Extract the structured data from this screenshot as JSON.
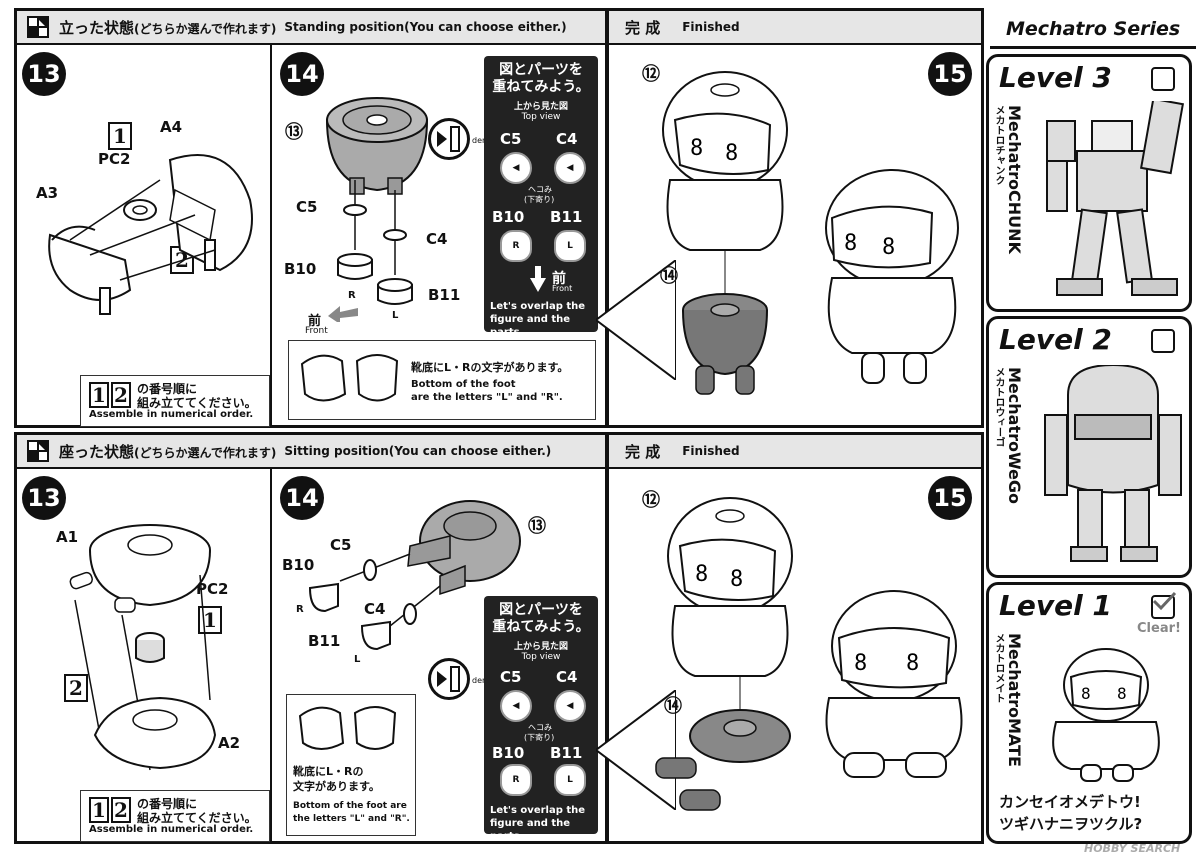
{
  "top_section": {
    "header_ja": "立った状態",
    "header_ja_sub": "(どちらか選んで作れます)",
    "header_en": "Standing position(You can choose either.)",
    "finished_ja": "完 成",
    "finished_en": "Finished",
    "step13": {
      "number": "13",
      "parts": [
        "A4",
        "PC2",
        "A3"
      ],
      "box1": "1",
      "box2": "2",
      "note_ja_a": "の番号順に",
      "note_ja_b": "組み立ててください。",
      "note_en": "Assemble in numerical order."
    },
    "step14": {
      "number": "14",
      "ref": "⑬",
      "parts": [
        "C5",
        "C4",
        "B10",
        "B11"
      ],
      "r": "R",
      "l": "L",
      "front_ja": "前",
      "front_en": "Front",
      "foot_note_ja": "靴底にL・Rの文字があります。",
      "foot_note_en_a": "Bottom of the foot",
      "foot_note_en_b": "are the letters \"L\" and \"R\"."
    },
    "step15": {
      "number": "15",
      "ref12": "⑫",
      "ref14": "⑭"
    }
  },
  "bottom_section": {
    "header_ja": "座った状態",
    "header_ja_sub": "(どちらか選んで作れます)",
    "header_en": "Sitting position(You can choose either.)",
    "finished_ja": "完 成",
    "finished_en": "Finished",
    "step13": {
      "number": "13",
      "parts": [
        "A1",
        "PC2",
        "A2"
      ],
      "box1": "1",
      "box2": "2",
      "note_ja_a": "の番号順に",
      "note_ja_b": "組み立ててください。",
      "note_en": "Assemble in numerical order."
    },
    "step14": {
      "number": "14",
      "ref": "⑬",
      "parts": [
        "C5",
        "B10",
        "C4",
        "B11"
      ],
      "r": "R",
      "l": "L",
      "foot_note_ja_a": "靴底にL・Rの",
      "foot_note_ja_b": "文字があります。",
      "foot_note_en_a": "Bottom of the foot are",
      "foot_note_en_b": "the letters \"L\" and \"R\"."
    },
    "step15": {
      "number": "15",
      "ref12": "⑫",
      "ref14": "⑭"
    }
  },
  "overlap_box": {
    "title_a": "図とパーツを",
    "title_b": "重ねてみよう。",
    "top_view_ja": "上から見た図",
    "top_view_en": "Top view",
    "c5": "C5",
    "c4": "C4",
    "dent_ja_a": "ヘコみ",
    "dent_ja_b": "(下寄り)",
    "b10": "B10",
    "b11": "B11",
    "front_ja": "前",
    "front_en": "Front",
    "footer_a": "Let's overlap the",
    "footer_b": "figure and the parts.",
    "dent": "dent"
  },
  "sidebar": {
    "series": "Mechatro Series",
    "levels": [
      {
        "level": "Level 3",
        "name_en": "MechatroCHUNK",
        "name_ja": "メカトロチャンク"
      },
      {
        "level": "Level 2",
        "name_en": "MechatroWeGo",
        "name_ja": "メカトロウィーゴ"
      },
      {
        "level": "Level 1",
        "name_en": "MechatroMATE",
        "name_ja": "メカトロメイト",
        "clear": "Clear!"
      }
    ],
    "slogan_a": "カンセイオメデトウ!",
    "slogan_b": "ツギハナニヲツクル?"
  },
  "watermark": "HOBBY SEARCH"
}
